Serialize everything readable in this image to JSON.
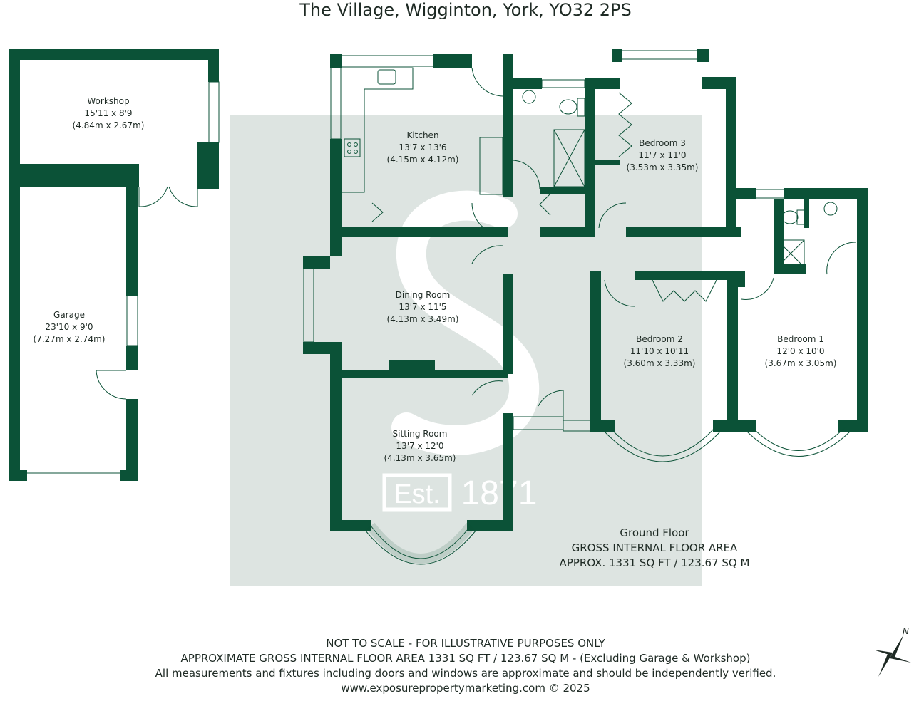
{
  "title": "The Village, Wigginton, York, YO32 2PS",
  "rooms": [
    {
      "name": "Workshop",
      "imperial": "15'11 x 8'9",
      "metric": "(4.84m x 2.67m)"
    },
    {
      "name": "Garage",
      "imperial": "23'10 x 9'0",
      "metric": "(7.27m x 2.74m)"
    },
    {
      "name": "Kitchen",
      "imperial": "13'7 x 13'6",
      "metric": "(4.15m x 4.12m)"
    },
    {
      "name": "Bedroom 3",
      "imperial": "11'7 x 11'0",
      "metric": "(3.53m x 3.35m)"
    },
    {
      "name": "Dining Room",
      "imperial": "13'7 x 11'5",
      "metric": "(4.13m x 3.49m)"
    },
    {
      "name": "Sitting Room",
      "imperial": "13'7 x 12'0",
      "metric": "(4.13m x 3.65m)"
    },
    {
      "name": "Bedroom 2",
      "imperial": "11'10 x 10'11",
      "metric": "(3.60m x 3.33m)"
    },
    {
      "name": "Bedroom 1",
      "imperial": "12'0 x 10'0",
      "metric": "(3.67m x 3.05m)"
    }
  ],
  "floor_summary": {
    "floor": "Ground Floor",
    "line1": "GROSS INTERNAL FLOOR AREA",
    "line2": "APPROX. 1331 SQ FT / 123.67 SQ M"
  },
  "watermark": {
    "letter": "S",
    "est": "Est.",
    "year": "1871"
  },
  "footer": [
    "NOT TO SCALE - FOR ILLUSTRATIVE PURPOSES ONLY",
    "APPROXIMATE GROSS INTERNAL FLOOR AREA 1331 SQ FT / 123.67 SQ M - (Excluding Garage & Workshop)",
    "All measurements and fixtures including doors and windows are approximate and should be independently verified.",
    "www.exposurepropertymarketing.com © 2025"
  ],
  "compass": {
    "label": "N"
  },
  "colors": {
    "wall": "#0b5237",
    "watermark_bg": "#dde4e1",
    "text": "#1e2a24"
  }
}
